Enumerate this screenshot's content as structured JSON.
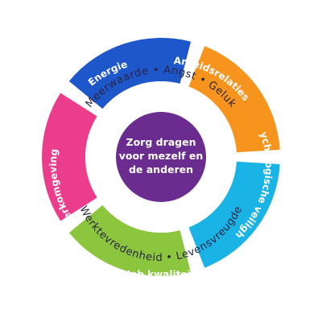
{
  "center": {
    "lines": [
      "Zorg dragen",
      "voor mezelf en",
      "de anderen"
    ],
    "color": "#6a2c8e"
  },
  "segments": [
    {
      "label": "Energie",
      "color": "#1d57c9"
    },
    {
      "label": "Arbeidsrelaties",
      "color": "#f7941d"
    },
    {
      "label": "Psychologische veiligheid",
      "color": "#19b3e6"
    },
    {
      "label": "Job kwaliteit",
      "color": "#8cc63f"
    },
    {
      "label": "Werkomgeving",
      "color": "#ec3d8c"
    }
  ],
  "ring_words": [
    "Meerwaarde",
    "Angst",
    "Geluk",
    "Levensvreugde",
    "Werktevredenheid"
  ]
}
